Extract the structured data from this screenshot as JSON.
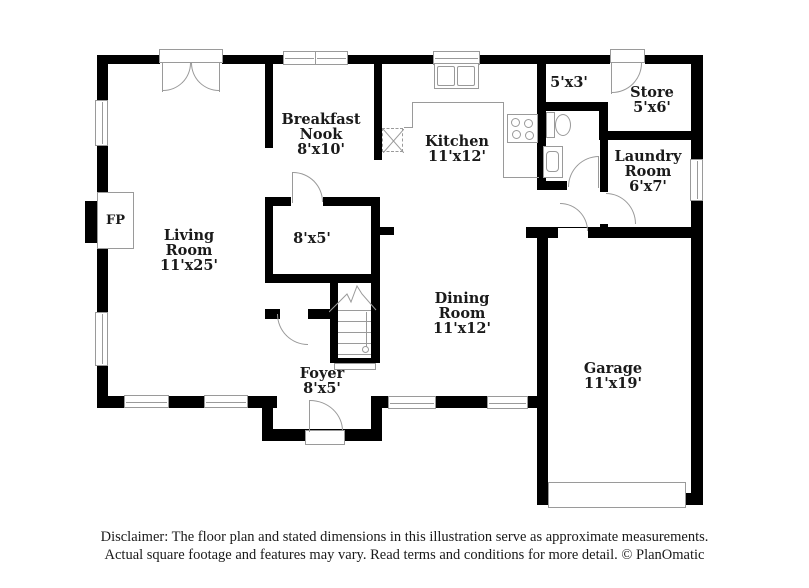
{
  "document": {
    "type": "residential-floor-plan"
  },
  "rooms": {
    "living_room": {
      "name": "Living Room",
      "dims": "11'x25'"
    },
    "breakfast_nook": {
      "name": "Breakfast Nook",
      "dims": "8'x10'"
    },
    "kitchen": {
      "name": "Kitchen",
      "dims": "11'x12'"
    },
    "dining_room": {
      "name": "Dining Room",
      "dims": "11'x12'"
    },
    "foyer": {
      "name": "Foyer",
      "dims": "8'x5'"
    },
    "garage": {
      "name": "Garage",
      "dims": "11'x19'"
    },
    "store": {
      "name": "Store",
      "dims": "5'x6'"
    },
    "laundry_room": {
      "name": "Laundry Room",
      "dims": "6'x7'"
    },
    "center_closet": {
      "dims": "8'x5'"
    },
    "small_closet": {
      "dims": "5'x3'"
    }
  },
  "fireplace": {
    "label": "FP"
  },
  "disclaimer": {
    "line1": "Disclaimer: The floor plan and stated dimensions in this illustration serve as approximate measurements.",
    "line2": "Actual square footage and features may vary. Read terms and conditions for more detail. © PlanOmatic"
  },
  "colors": {
    "wall": "#000000",
    "fixture": "#9a9a9a",
    "text": "#1a1a1a",
    "background": "#ffffff"
  }
}
